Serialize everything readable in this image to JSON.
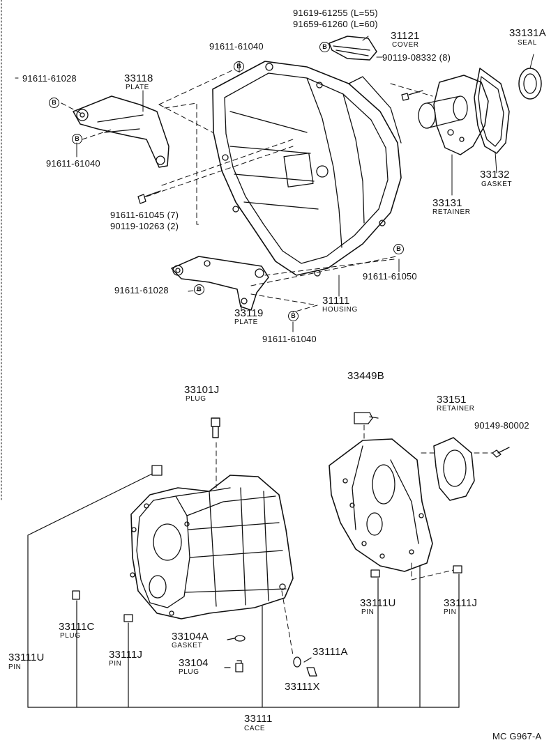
{
  "diagram": {
    "id_code": "MC  G967-A",
    "bolt_marker": "B",
    "parts": {
      "p91619_61255": "91619-61255 (L=55)",
      "p91659_61260": "91659-61260 (L=60)",
      "p31121": "31121",
      "p31121_name": "COVER",
      "p90119_08332": "90119-08332 (8)",
      "p33131A": "33131A",
      "p33131A_name": "SEAL",
      "p91611_61040_top": "91611-61040",
      "p91611_61028_top": "91611-61028",
      "p33118": "33118",
      "p33118_name": "PLATE",
      "p91611_61040_left": "91611-61040",
      "p91611_61045": "91611-61045 (7)",
      "p90119_10263": "90119-10263 (2)",
      "p33132": "33132",
      "p33132_name": "GASKET",
      "p33131": "33131",
      "p33131_name": "RETAINER",
      "p91611_61050": "91611-61050",
      "p91611_61028_low": "91611-61028",
      "p33119": "33119",
      "p33119_name": "PLATE",
      "p31111": "31111",
      "p31111_name": "HOUSING",
      "p91611_61040_low": "91611-61040",
      "p33101J": "33101J",
      "p33101J_name": "PLUG",
      "p33449B": "33449B",
      "p33151": "33151",
      "p33151_name": "RETAINER",
      "p90149_80002": "90149-80002",
      "p33111C": "33111C",
      "p33111C_name": "PLUG",
      "p33111U_left": "33111U",
      "p33111U_left_name": "PIN",
      "p33111J_left": "33111J",
      "p33111J_left_name": "PIN",
      "p33104A": "33104A",
      "p33104A_name": "GASKET",
      "p33104": "33104",
      "p33104_name": "PLUG",
      "p33111A": "33111A",
      "p33111X": "33111X",
      "p33111U_right": "33111U",
      "p33111U_right_name": "PIN",
      "p33111J_right": "33111J",
      "p33111J_right_name": "PIN",
      "p33111": "33111",
      "p33111_name": "CACE"
    }
  }
}
